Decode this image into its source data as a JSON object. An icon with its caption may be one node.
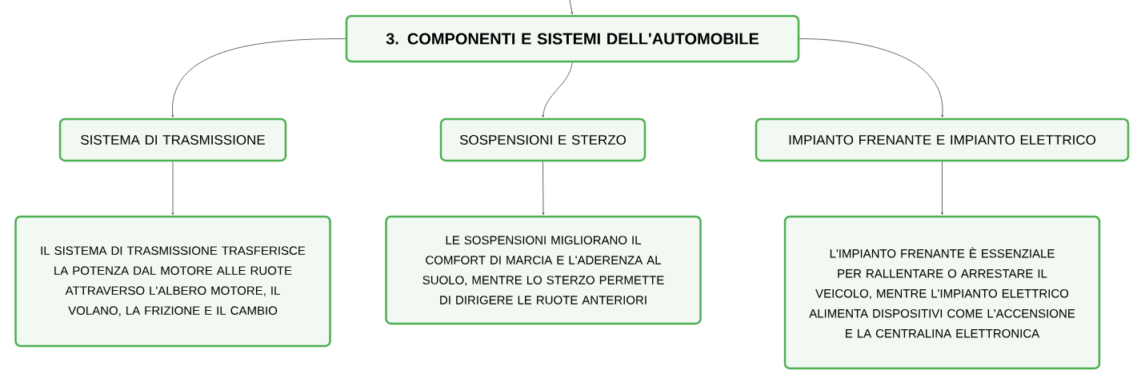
{
  "diagram": {
    "nodes": [
      {
        "text": [
          "3. COMPONENTI E SISTEMI DELL'AUTOMOBILE"
        ]
      },
      {
        "text": [
          "SISTEMA DI TRASMISSIONE"
        ]
      },
      {
        "text": [
          "SOSPENSIONI E STERZO"
        ]
      },
      {
        "text": [
          "IMPIANTO FRENANTE E IMPIANTO ELETTRICO"
        ]
      },
      {
        "text": [
          "IL SISTEMA DI TRASMISSIONE TRASFERISCE LA POTENZA DAL MOTORE ALLE RUOTE ATTRAVERSO L'ALBERO MOTORE, IL VOLANO, LA FRIZIONE E IL CAMBIO"
        ]
      },
      {
        "text": [
          "LE SOSPENSIONI MIGLIORANO IL COMFORT DI MARCIA E L'ADERENZA AL SUOLO, MENTRE LO STERZO PERMETTE DI DIRIGERE LE RUOTE ANTERIORI"
        ]
      },
      {
        "text": [
          "L'IMPIANTO FRENANTE È ESSENZIALE PER RALLENTARE O ARRESTARE IL VEICOLO, MENTRE L'IMPIANTO ELETTRICO ALIMENTA DISPOSITIVI COME L'ACCENSIONE E LA CENTRALINA ELETTRONICA"
        ]
      }
    ],
    "edges": [
      {
        "from": null,
        "to": 0,
        "arrow": "to"
      },
      {
        "from": 0,
        "to": 1,
        "arrow": "to"
      },
      {
        "from": 0,
        "to": 2,
        "arrow": "to"
      },
      {
        "from": 0,
        "to": 3,
        "arrow": "to"
      },
      {
        "from": 1,
        "to": 4,
        "arrow": "to"
      },
      {
        "from": 2,
        "to": 5,
        "arrow": "to"
      },
      {
        "from": 3,
        "to": 6,
        "arrow": "to"
      }
    ]
  }
}
